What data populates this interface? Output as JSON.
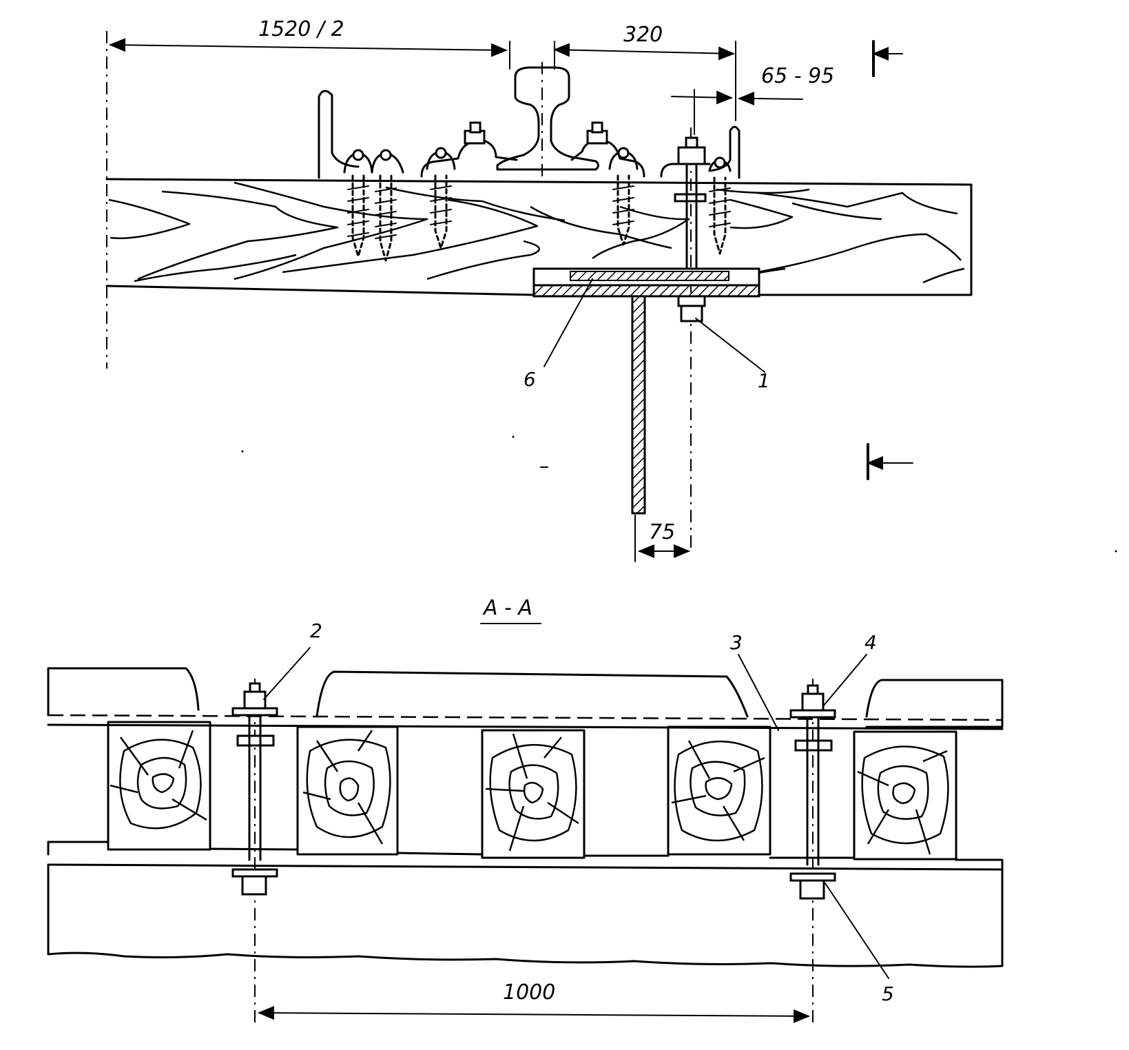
{
  "dimensions": {
    "half_gauge": "1520 / 2",
    "rail_to_guard": "320",
    "guard_gap": "65 - 95",
    "bolt_offset": "75",
    "bolt_spacing": "1000"
  },
  "section": {
    "label": "A - A"
  },
  "callouts": {
    "c1": "1",
    "c2": "2",
    "c3": "3",
    "c4": "4",
    "c5": "5",
    "c6": "6"
  }
}
